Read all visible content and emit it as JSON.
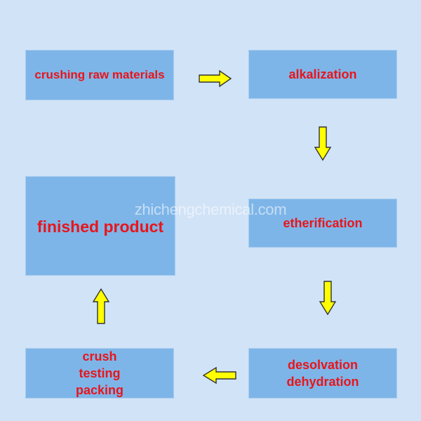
{
  "steps": {
    "crushing": "crushing raw materials",
    "alkalization": "alkalization",
    "etherification": "etherification",
    "desolvation": [
      "desolvation",
      "dehydration"
    ],
    "crush_testing_packing": [
      "crush",
      "testing",
      "packing"
    ],
    "finished": "finished product"
  },
  "watermark": "zhichengchemical.com",
  "colors": {
    "background": "#d1e3f7",
    "box": "#7eb5e8",
    "text": "#e8151b",
    "arrow_fill": "#ffff00",
    "arrow_stroke": "#333333"
  }
}
